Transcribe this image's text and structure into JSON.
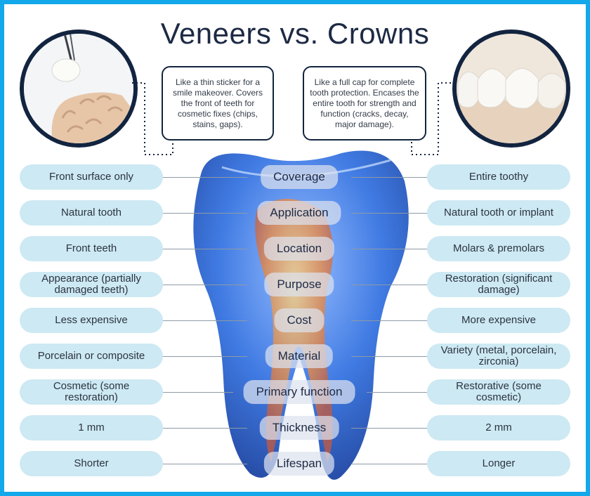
{
  "title": "Veneers vs. Crowns",
  "callouts": {
    "veneer": "Like a thin sticker for a smile makeover. Covers the front of teeth for cosmetic fixes (chips, stains, gaps).",
    "crown": "Like a full cap for complete tooth protection. Encases the entire tooth for strength and function (cracks, decay, major damage)."
  },
  "rows": [
    {
      "label": "Coverage",
      "veneer": "Front surface only",
      "crown": "Entire toothy"
    },
    {
      "label": "Application",
      "veneer": "Natural tooth",
      "crown": "Natural tooth or implant"
    },
    {
      "label": "Location",
      "veneer": "Front teeth",
      "crown": "Molars & premolars"
    },
    {
      "label": "Purpose",
      "veneer": "Appearance (partially damaged teeth)",
      "crown": "Restoration (significant damage)"
    },
    {
      "label": "Cost",
      "veneer": "Less expensive",
      "crown": "More expensive"
    },
    {
      "label": "Material",
      "veneer": "Porcelain or composite",
      "crown": "Variety (metal, porcelain, zirconia)"
    },
    {
      "label": "Primary function",
      "veneer": "Cosmetic (some restoration)",
      "crown": "Restorative (some cosmetic)"
    },
    {
      "label": "Thickness",
      "veneer": "1 mm",
      "crown": "2 mm"
    },
    {
      "label": "Lifespan",
      "veneer": "Shorter",
      "crown": "Longer"
    }
  ],
  "colors": {
    "frame": "#12a8ea",
    "pill": "#cde9f3",
    "dark": "#12243f",
    "tooth": "#2f6fe0",
    "pulp": "#f08a3c"
  }
}
